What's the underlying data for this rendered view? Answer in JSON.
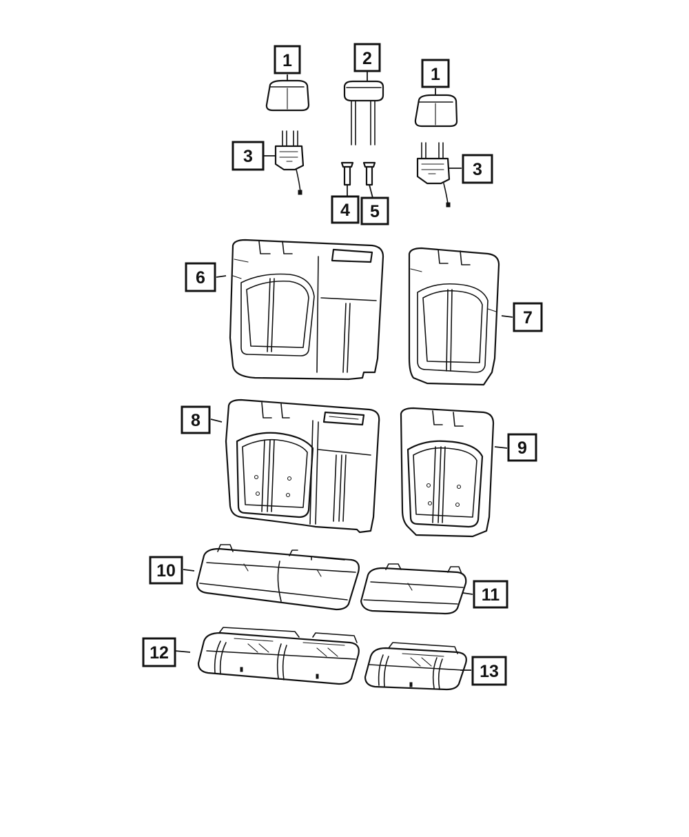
{
  "callouts": [
    {
      "id": "c1a",
      "label": "1"
    },
    {
      "id": "c2",
      "label": "2"
    },
    {
      "id": "c1b",
      "label": "1"
    },
    {
      "id": "c3a",
      "label": "3"
    },
    {
      "id": "c3b",
      "label": "3"
    },
    {
      "id": "c4",
      "label": "4"
    },
    {
      "id": "c5",
      "label": "5"
    },
    {
      "id": "c6",
      "label": "6"
    },
    {
      "id": "c7",
      "label": "7"
    },
    {
      "id": "c8",
      "label": "8"
    },
    {
      "id": "c9",
      "label": "9"
    },
    {
      "id": "c10",
      "label": "10"
    },
    {
      "id": "c11",
      "label": "11"
    },
    {
      "id": "c12",
      "label": "12"
    },
    {
      "id": "c13",
      "label": "13"
    }
  ]
}
